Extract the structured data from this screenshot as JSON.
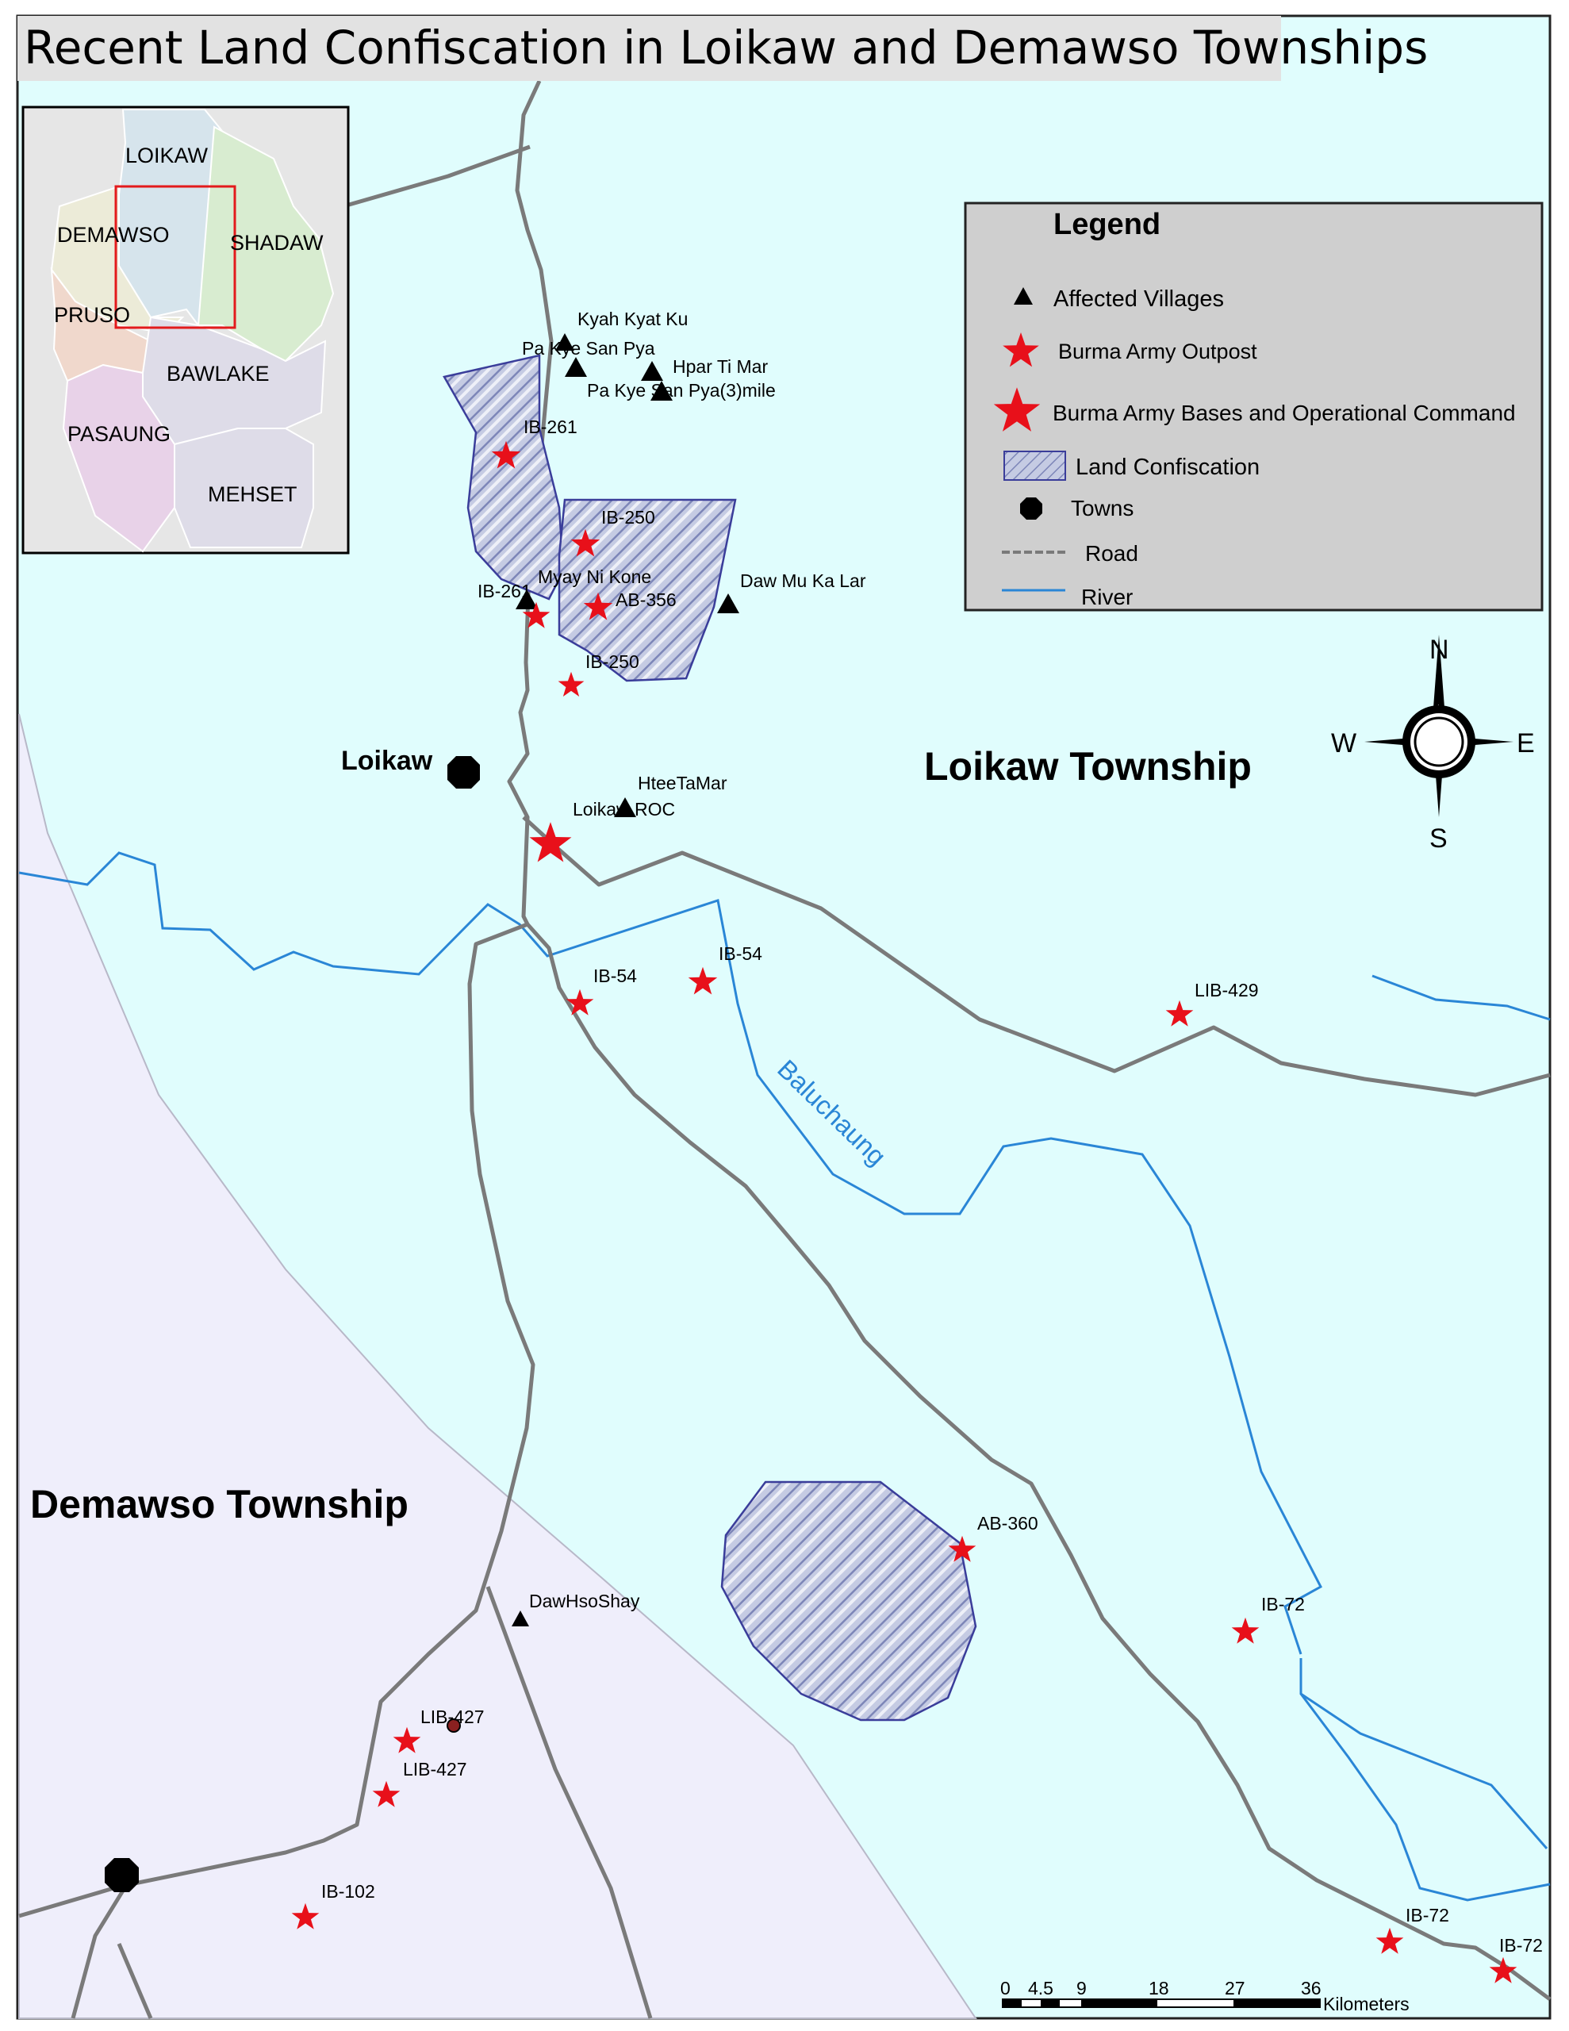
{
  "title": "Recent Land Confiscation in Loikaw and Demawso Townships",
  "colors": {
    "loikaw_area": "#e0fdfd",
    "demawso_area": "#efeefb",
    "road": "#7a7a7a",
    "river": "#2a86d6",
    "outpost_star": "#e8101a",
    "confiscation_fill": "#c5cbe3",
    "confiscation_stroke": "#3a3d9a",
    "legend_bg": "#cfcfcf"
  },
  "inset": {
    "regions": [
      "LOIKAW",
      "DEMAWSO",
      "SHADAW",
      "PRUSO",
      "BAWLAKE",
      "PASAUNG",
      "MEHSET"
    ]
  },
  "townships": {
    "loikaw": "Loikaw Township",
    "demawso": "Demawso Township"
  },
  "towns": {
    "loikaw": "Loikaw"
  },
  "river_name": "Baluchaung",
  "villages": {
    "kyah_kyat_ku": "Kyah Kyat Ku",
    "pa_kye_san_pya": "Pa Kye San Pya",
    "hpar_ti_mar": "Hpar Ti Mar",
    "pa_kye_san_pya_3mile": "Pa Kye San Pya(3)mile",
    "myay_ni_kone": "Myay Ni Kone",
    "daw_mu_ka_lar": "Daw Mu Ka Lar",
    "htee_ta_mar": "HteeTaMar",
    "loikaw_roc": "Loikaw ROC",
    "daw_hso_shay": "DawHsoShay"
  },
  "outposts": {
    "ib261_a": "IB-261",
    "ib250_a": "IB-250",
    "ib261_b": "IB-261",
    "ab356": "AB-356",
    "ib250_b": "IB-250",
    "ib54_a": "IB-54",
    "ib54_b": "IB-54",
    "lib429": "LIB-429",
    "ab360": "AB-360",
    "ib72_a": "IB-72",
    "ib72_b": "IB-72",
    "ib72_c": "IB-72",
    "lib427_a": "LIB-427",
    "lib427_b": "LIB-427",
    "ib102": "IB-102"
  },
  "legend": {
    "title": "Legend",
    "items": {
      "affected_villages": "Affected Villages",
      "outpost": "Burma Army Outpost",
      "bases": "Burma Army  Bases and Operational Command",
      "confiscation": "Land Confiscation",
      "towns": "Towns",
      "road": "Road",
      "river": "River"
    }
  },
  "compass": {
    "n": "N",
    "s": "S",
    "e": "E",
    "w": "W"
  },
  "scale_bar": {
    "ticks": [
      "0",
      "4.5",
      "9",
      "18",
      "27",
      "36"
    ],
    "unit": "Kilometers"
  }
}
